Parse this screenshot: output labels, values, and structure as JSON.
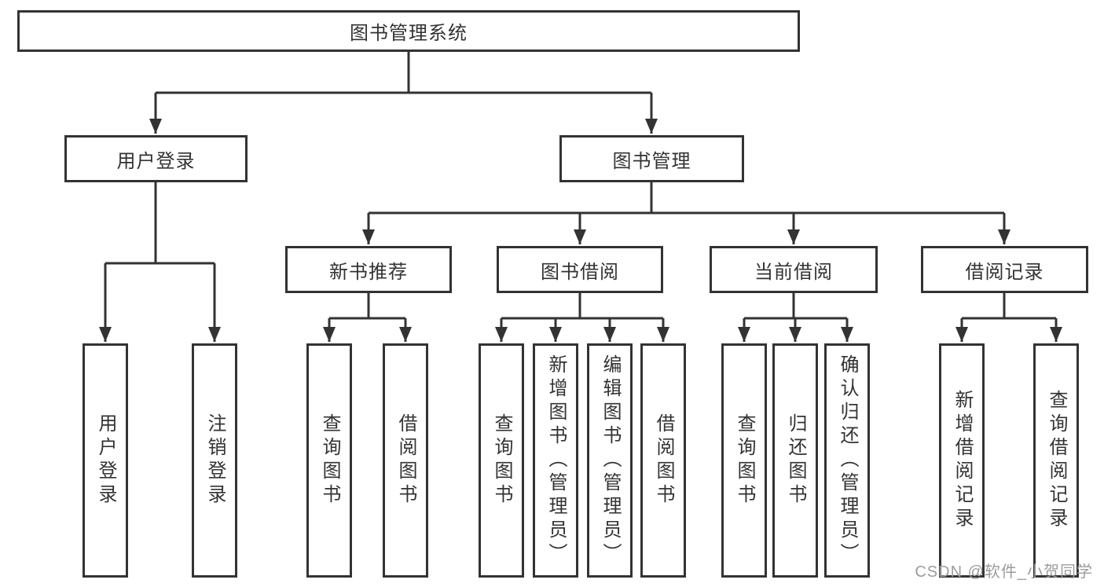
{
  "colors": {
    "line": "#333333",
    "text": "#333333",
    "bg": "#ffffff",
    "watermark": "#9c9c9c"
  },
  "tree": {
    "root": {
      "label": "图书管理系统"
    },
    "children": [
      {
        "label": "用户登录",
        "children": [
          {
            "label": "用户登录"
          },
          {
            "label": "注销登录"
          }
        ]
      },
      {
        "label": "图书管理",
        "children": [
          {
            "label": "新书推荐",
            "children": [
              {
                "label": "查询图书"
              },
              {
                "label": "借阅图书"
              }
            ]
          },
          {
            "label": "图书借阅",
            "children": [
              {
                "label": "查询图书"
              },
              {
                "label": "新增图书（管理员）"
              },
              {
                "label": "编辑图书（管理员）"
              },
              {
                "label": "借阅图书"
              }
            ]
          },
          {
            "label": "当前借阅",
            "children": [
              {
                "label": "查询图书"
              },
              {
                "label": "归还图书"
              },
              {
                "label": "确认归还（管理员）"
              }
            ]
          },
          {
            "label": "借阅记录",
            "children": [
              {
                "label": "新增借阅记录"
              },
              {
                "label": "查询借阅记录"
              }
            ]
          }
        ]
      }
    ]
  },
  "watermark": {
    "text": "CSDN @软件_小贺同学"
  }
}
